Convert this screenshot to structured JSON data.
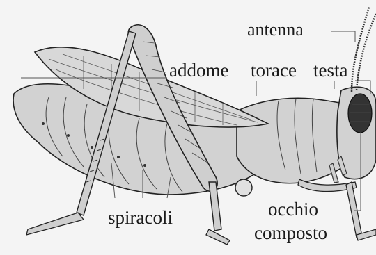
{
  "labels": {
    "antenna": "antenna",
    "addome": "addome",
    "torace": "torace",
    "testa": "testa",
    "spiracoli": "spiracoli",
    "occhio": "occhio",
    "composto": "composto"
  },
  "colors": {
    "background": "#f4f4f4",
    "body_fill": "#d2d2d2",
    "wing_fill": "#d8d8d8",
    "outline": "#222222",
    "eye": "#333333"
  }
}
